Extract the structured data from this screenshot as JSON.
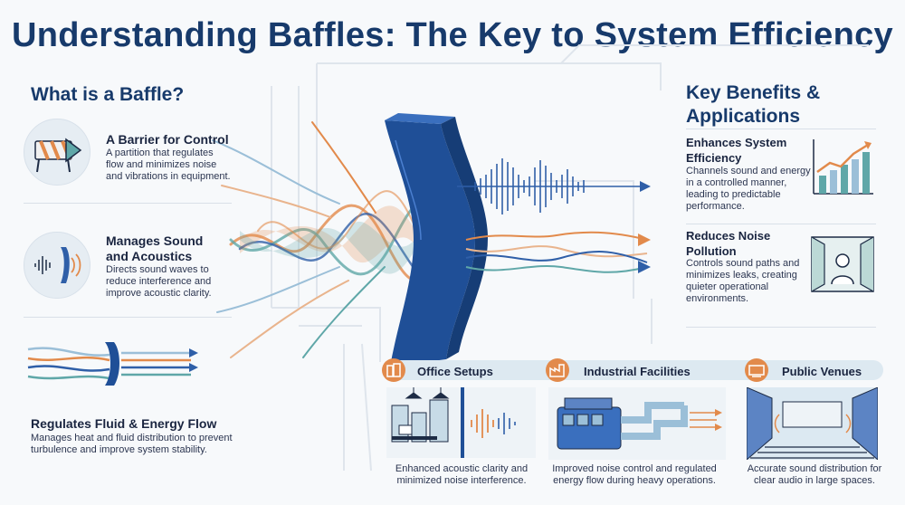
{
  "title": "Understanding Baffles: The Key to System Efficiency",
  "left": {
    "heading": "What is a Baffle?",
    "items": [
      {
        "title": "A Barrier for Control",
        "desc": [
          "A partition that regulates",
          "flow and minimizes noise",
          "and vibrations in equipment."
        ],
        "icon": "barrier-arrow-icon"
      },
      {
        "title": [
          "Manages Sound",
          "and Acoustics"
        ],
        "desc": [
          "Directs sound waves to",
          "reduce interference and",
          "improve acoustic clarity."
        ],
        "icon": "sound-baffle-icon"
      },
      {
        "title": "Regulates Fluid & Energy Flow",
        "desc": [
          "Manages heat and fluid distribution to prevent",
          "turbulence and improve system stability."
        ],
        "icon": "flow-baffle-icon"
      }
    ]
  },
  "right": {
    "heading": [
      "Key Benefits &",
      "Applications"
    ],
    "items": [
      {
        "title": [
          "Enhances System",
          "Efficiency"
        ],
        "desc": [
          "Channels sound and energy",
          "in a controlled manner,",
          "leading to predictable",
          "performance."
        ],
        "icon": "growth-chart-icon"
      },
      {
        "title": [
          "Reduces Noise",
          "Pollution"
        ],
        "desc": [
          "Controls sound paths and",
          "minimizes leaks, creating",
          "quieter operational",
          "environments."
        ],
        "icon": "quiet-room-icon"
      }
    ]
  },
  "applications": [
    {
      "label": "Office Setups",
      "desc": [
        "Enhanced acoustic clarity and",
        "minimized noise interference."
      ],
      "icon": "office-icon"
    },
    {
      "label": "Industrial Facilities",
      "desc": [
        "Improved noise control and regulated",
        "energy flow during heavy operations."
      ],
      "icon": "factory-icon"
    },
    {
      "label": "Public Venues",
      "desc": [
        "Accurate sound distribution for",
        "clear audio in large spaces."
      ],
      "icon": "theater-icon"
    }
  ],
  "colors": {
    "navy": "#173a6b",
    "blue": "#2f5fa8",
    "orange": "#e28a4b",
    "teal": "#5fa7a8",
    "panel": "#dde9f1"
  }
}
